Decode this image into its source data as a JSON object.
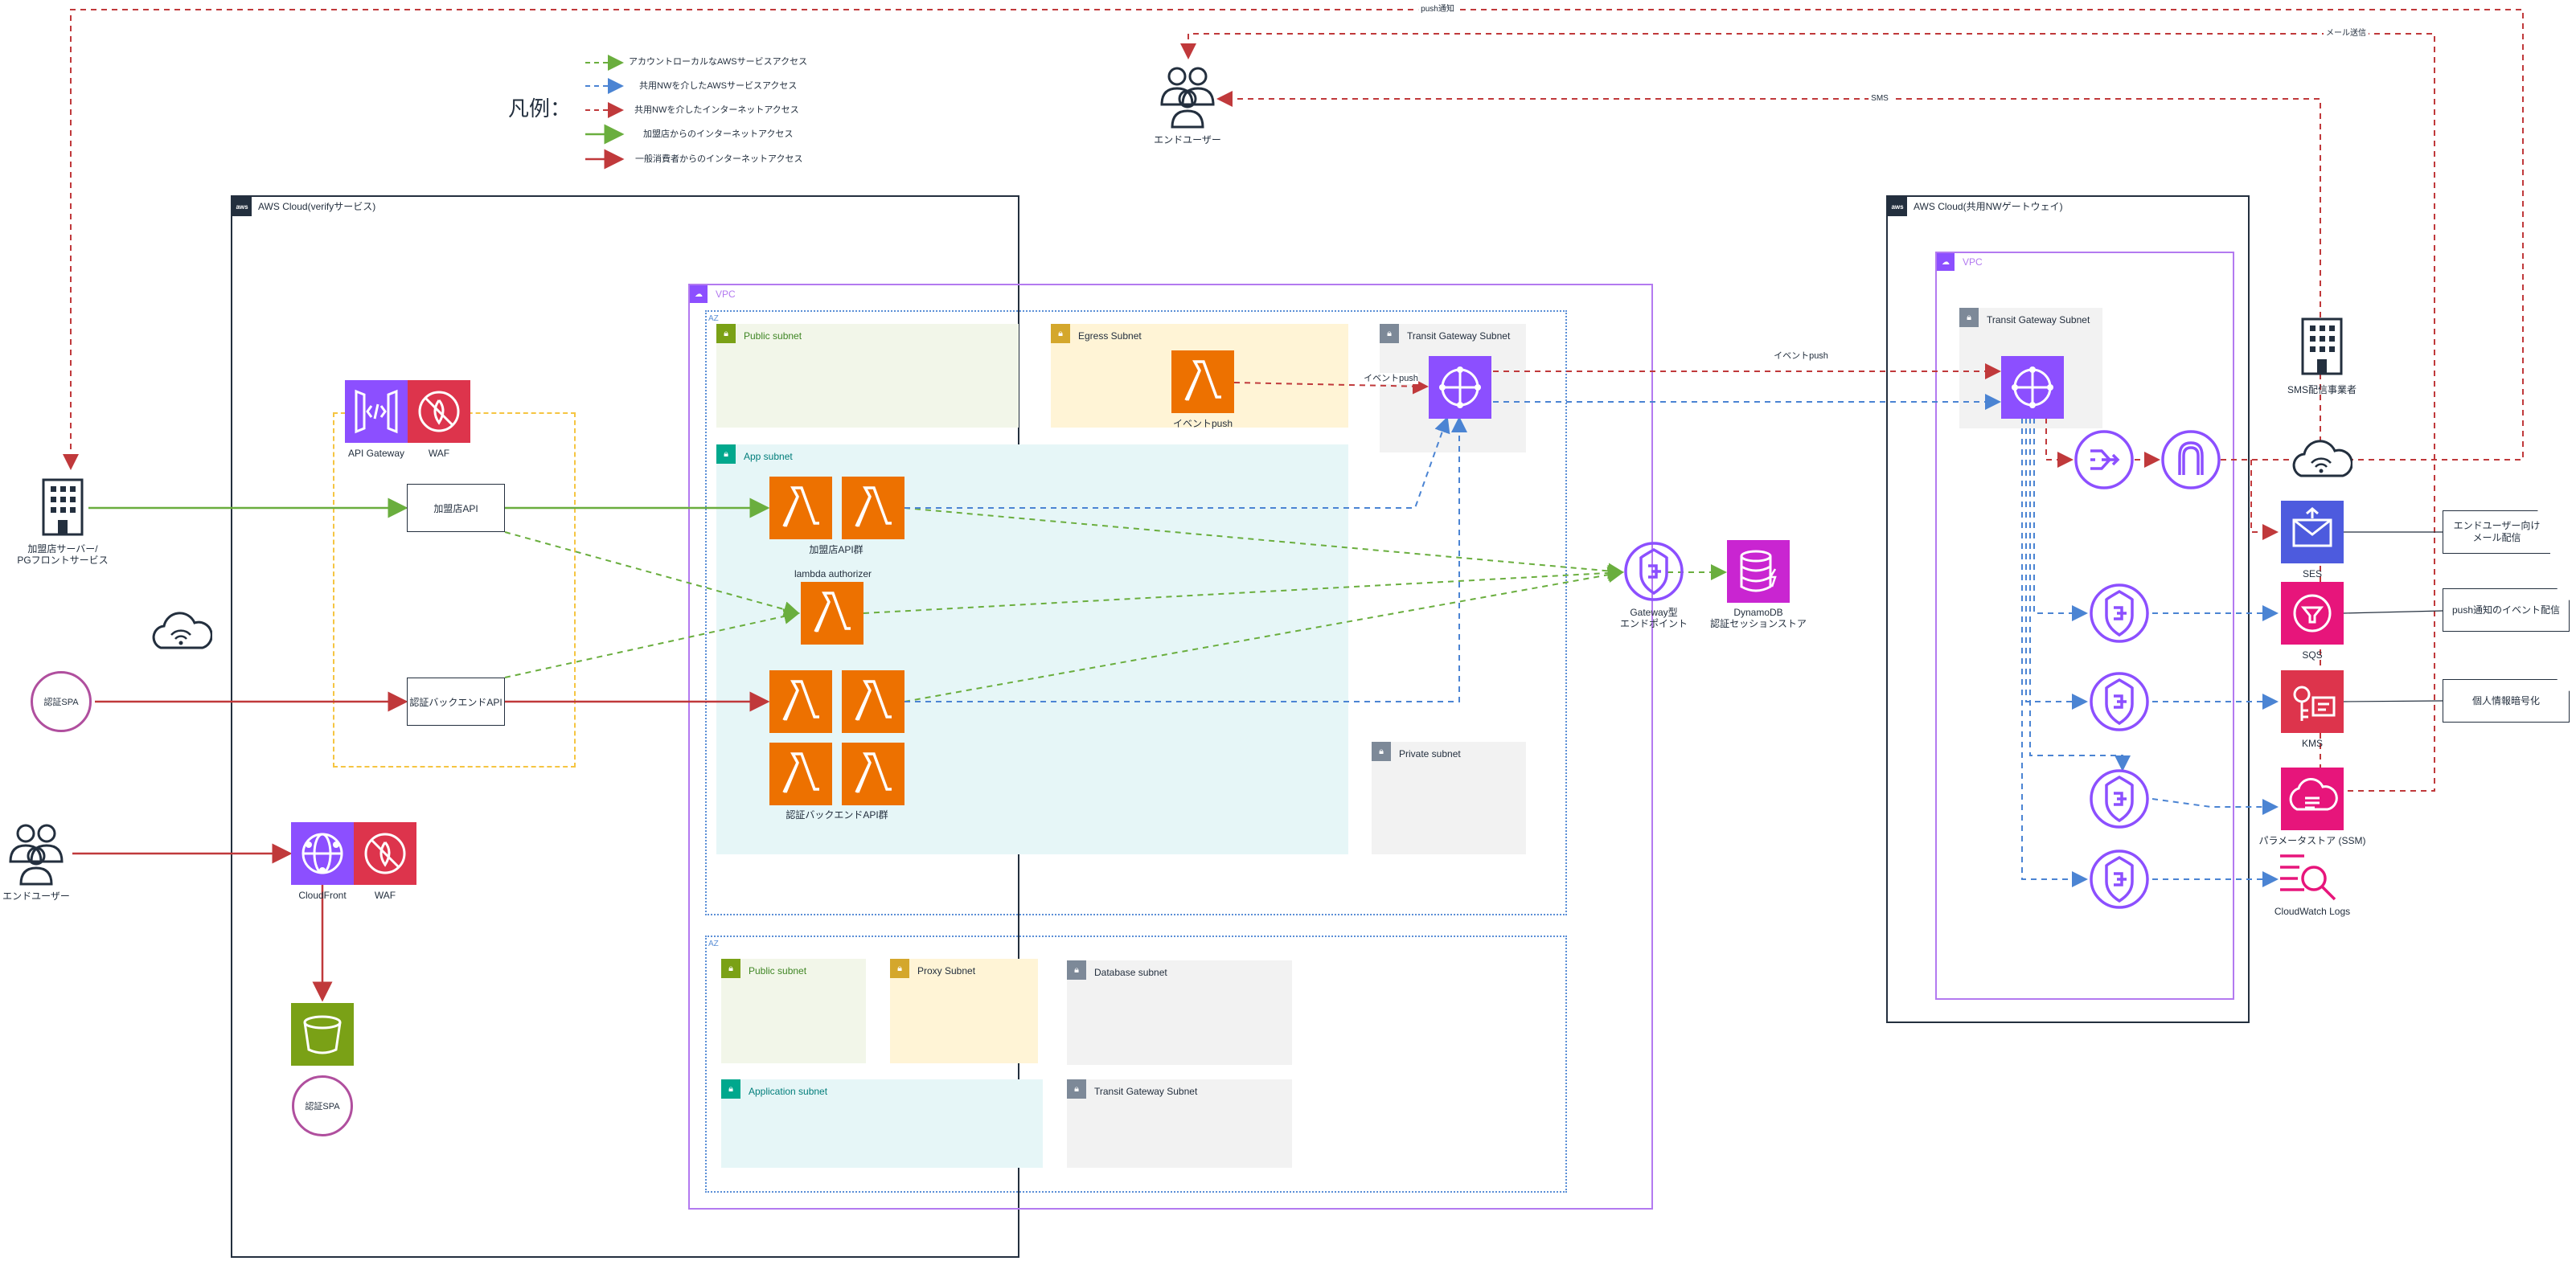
{
  "legend": {
    "title": "凡例：",
    "items": [
      {
        "label": "アカウントローカルなAWSサービスアクセス",
        "color": "#6AAE3E",
        "dash": true
      },
      {
        "label": "共用NWを介したAWSサービスアクセス",
        "color": "#4B84D3",
        "dash": true
      },
      {
        "label": "共用NWを介したインターネットアクセス",
        "color": "#C0393B",
        "dash": true
      },
      {
        "label": "加盟店からのインターネットアクセス",
        "color": "#6AAE3E",
        "dash": false
      },
      {
        "label": "一般消費者からのインターネットアクセス",
        "color": "#C0393B",
        "dash": false
      }
    ]
  },
  "clouds": {
    "verify": "AWS Cloud(verifyサービス)",
    "shared": "AWS Cloud(共用NWゲートウェイ)"
  },
  "vpc": {
    "main": "VPC",
    "shared": "VPC"
  },
  "az": {
    "az1": "AZ",
    "az2": "AZ"
  },
  "subnets": {
    "public1": "Public subnet",
    "egress": "Egress Subnet",
    "tgw1": "Transit Gateway Subnet",
    "app": "App subnet",
    "private": "Private subnet",
    "public2": "Public subnet",
    "proxy": "Proxy Subnet",
    "database": "Database subnet",
    "application2": "Application subnet",
    "tgw2": "Transit Gateway Subnet",
    "shared_tgw": "Transit Gateway Subnet"
  },
  "labels": {
    "end_user_top": "エンドユーザー",
    "merchant_server": "加盟店サーバー/\nPGフロントサービス",
    "auth_spa_left": "認証SPA",
    "end_user_left": "エンドユーザー",
    "api_gateway": "API Gateway",
    "waf1": "WAF",
    "merchant_api": "加盟店API",
    "auth_backend_api": "認証バックエンドAPI",
    "cloudfront": "CloudFront",
    "waf2": "WAF",
    "auth_spa_bottom": "認証SPA",
    "event_push_lambda": "イベントpush",
    "merchant_api_group": "加盟店API群",
    "lambda_authorizer": "lambda authorizer",
    "auth_backend_group": "認証バックエンドAPI群",
    "gateway_endpoint": "Gateway型\nエンドポイント",
    "dynamodb": "DynamoDB\n認証セッションストア",
    "sms_provider": "SMS配信事業者",
    "ses": "SES",
    "sqs": "SQS",
    "kms": "KMS",
    "ssm": "パラメータストア (SSM)",
    "cloudwatch": "CloudWatch Logs",
    "note_mail": "エンドユーザー向け\nメール配信",
    "note_push": "push通知のイベント配信",
    "note_kms": "個人情報暗号化",
    "edge_push": "push通知",
    "edge_mail": "メール送信",
    "edge_sms": "SMS",
    "edge_event_push1": "イベントpush",
    "edge_event_push2": "イベントpush"
  },
  "colors": {
    "lambda": "#ED7100",
    "network": "#8C4FFF",
    "security": "#DD344C",
    "storage": "#7AA116",
    "database": "#C925D1",
    "integration": "#E7157B",
    "green": "#6AAE3E",
    "blue": "#4B84D3",
    "red": "#C0393B"
  },
  "icons": {
    "lambda": "lambda-icon",
    "transit_gateway": "transit-gateway-icon",
    "endpoint": "vpc-endpoint-icon",
    "nat": "nat-gateway-icon",
    "igw": "internet-gateway-icon",
    "users": "users-icon",
    "building": "building-icon",
    "internet": "internet-cloud-icon"
  }
}
